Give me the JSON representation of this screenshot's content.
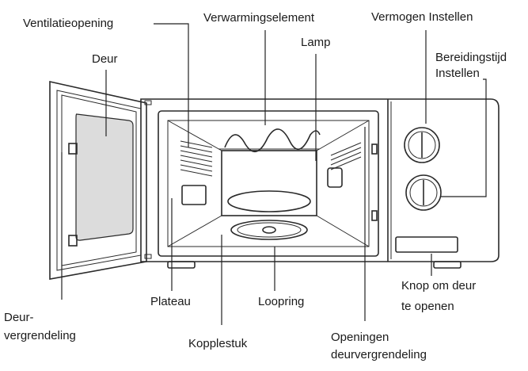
{
  "labels": {
    "ventilatieopening": "Ventilatieopening",
    "verwarmingselement": "Verwarmingselement",
    "vermogen_instellen": "Vermogen Instellen",
    "deur": "Deur",
    "lamp": "Lamp",
    "bereidingstijd_line1": "Bereidingstijd",
    "bereidingstijd_line2": "Instellen",
    "knop_line1": "Knop om deur",
    "knop_line2": "te openen",
    "plateau": "Plateau",
    "loopring": "Loopring",
    "deurvergrendeling_line1": "Deur-",
    "deurvergrendeling_line2": "vergrendeling",
    "kopplestuk": "Kopplestuk",
    "openingen_line1": "Openingen",
    "openingen_line2": "deurvergrendeling"
  }
}
